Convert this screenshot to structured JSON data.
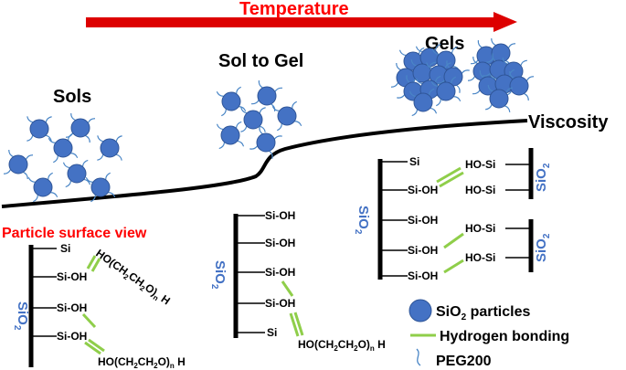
{
  "header": {
    "temperature_label": "Temperature"
  },
  "stages": {
    "sols": "Sols",
    "sol_to_gel": "Sol to Gel",
    "gels": "Gels"
  },
  "viscosity_label": "Viscosity",
  "surface_view_label": "Particle surface view",
  "sio2": "SiO",
  "sio2_sub": "2",
  "groups": {
    "si": "Si",
    "si_oh": "Si-OH",
    "ho_si": "HO-Si"
  },
  "peg": {
    "ho": "HO(CH",
    "sub2": "2",
    "ch": "CH",
    "o": "O)",
    "n": "n",
    "h": " H"
  },
  "legend": {
    "particles": "SiO",
    "particles_sub": "2",
    "particles_suffix": " particles",
    "hydrogen": "Hydrogen bonding",
    "peg": "PEG200"
  },
  "colors": {
    "arrow": "#dd0000",
    "particle": "#4472c4",
    "particle_edge": "#2f5597",
    "hbond": "#8fce4a",
    "peg_tail": "#4a86c6",
    "label_red": "#ff0000",
    "label_blue": "#4472c4"
  }
}
